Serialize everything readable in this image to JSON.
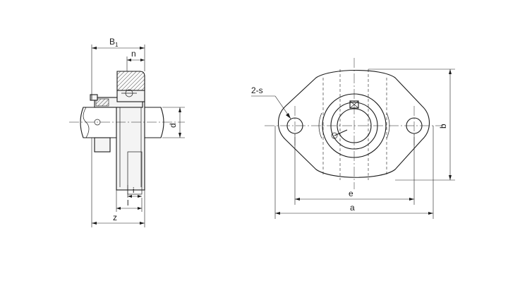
{
  "side_view": {
    "labels": {
      "B1": "B",
      "B1_sub": "1",
      "n": "n",
      "d": "d",
      "i": "i",
      "l": "l",
      "z": "z"
    }
  },
  "front_view": {
    "labels": {
      "holes": "2-s",
      "e": "e",
      "a": "a",
      "b": "b"
    }
  }
}
